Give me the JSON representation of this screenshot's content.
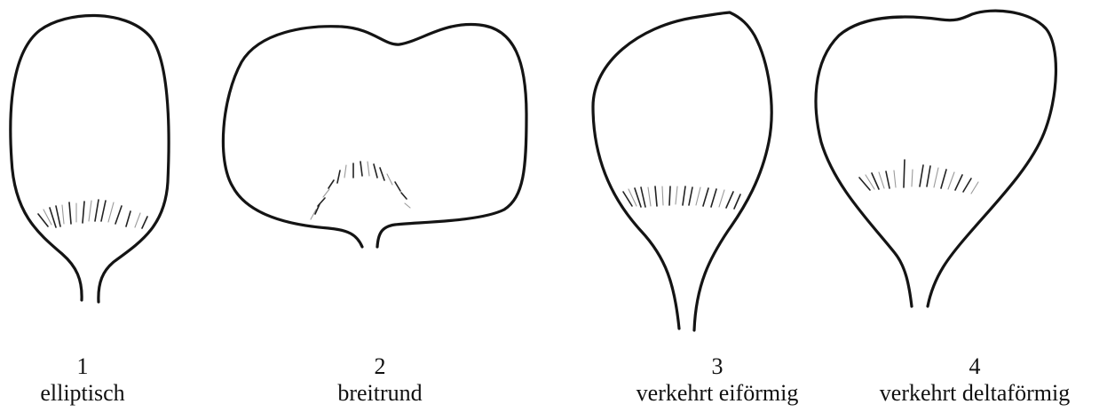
{
  "figure": {
    "petals": [
      {
        "number": "1",
        "name": "elliptisch"
      },
      {
        "number": "2",
        "name": "breitrund"
      },
      {
        "number": "3",
        "name": "verkehrt eiförmig"
      },
      {
        "number": "4",
        "name": "verkehrt deltaförmig"
      }
    ]
  }
}
